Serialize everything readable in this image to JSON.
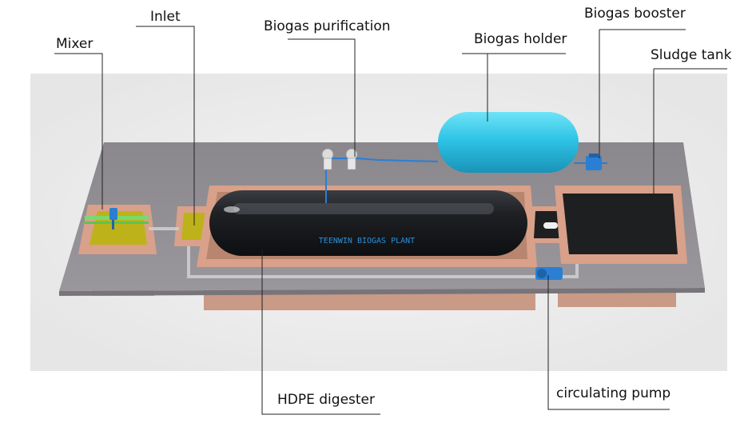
{
  "labels": {
    "mixer": "Mixer",
    "inlet": "Inlet",
    "biogas_purification": "Biogas purification",
    "biogas_holder": "Biogas holder",
    "biogas_booster": "Biogas booster",
    "sludge_tank": "Sludge tank",
    "hdpe_digester": "HDPE digester",
    "circulating_pump": "circulating pump"
  },
  "digester_text": "TEENWIN BIOGAS PLANT",
  "colors": {
    "platform": "#8e8b90",
    "brick": "#d9a08a",
    "digester": "#1b1d20",
    "holder": "#2ec4e6",
    "pipe_blue": "#2a7fd4",
    "slurry_yellow": "#bdb21a",
    "sludge": "#1e1f20"
  }
}
